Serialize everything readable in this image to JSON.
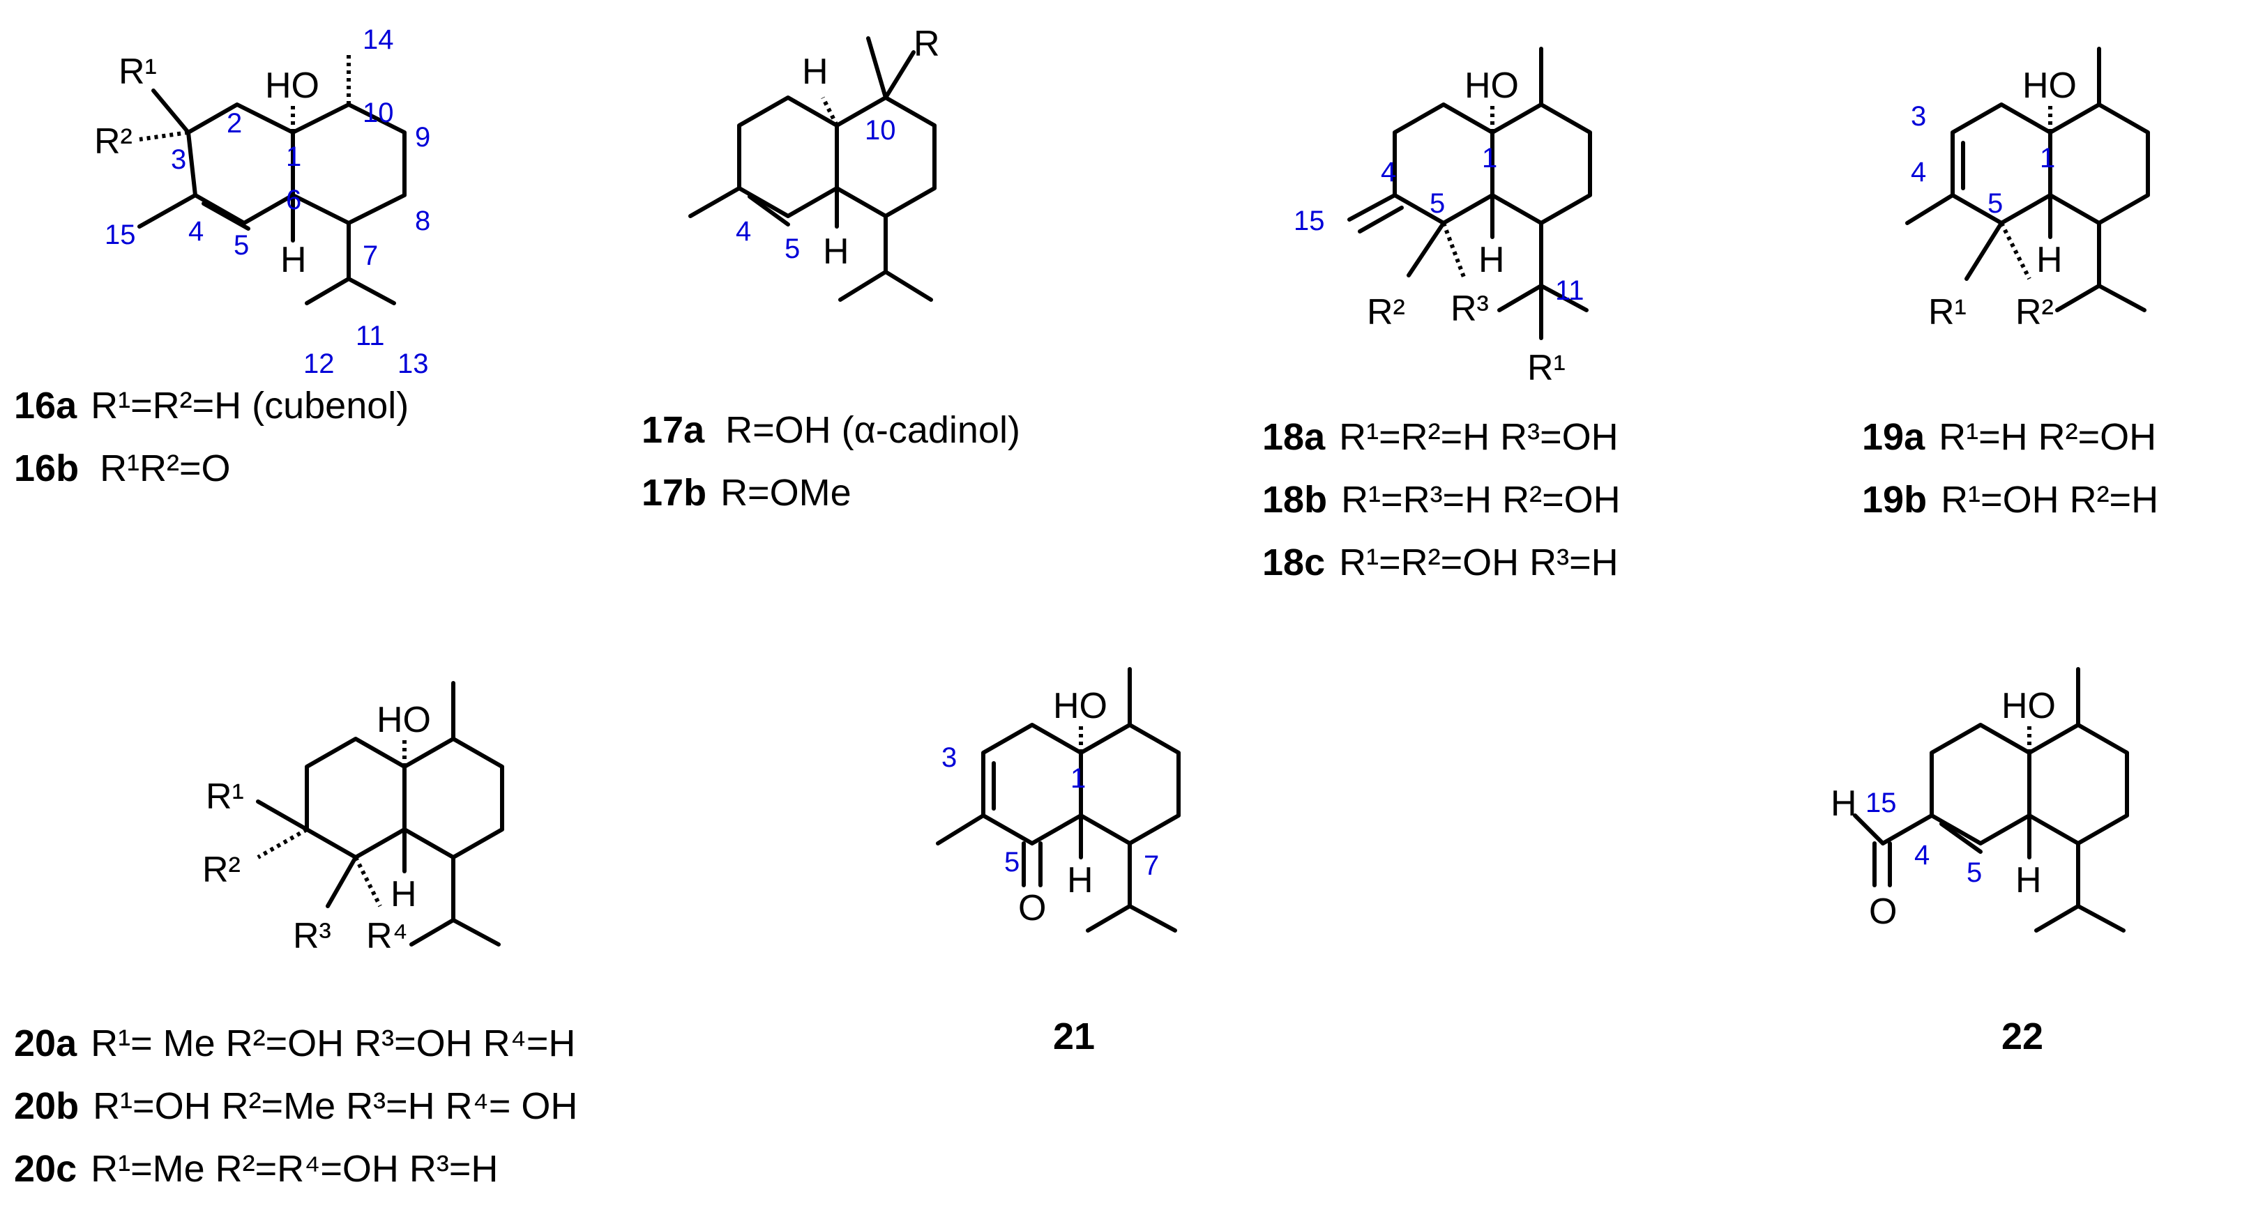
{
  "compounds": [
    {
      "id": "16",
      "captions": [
        {
          "tag": "16a",
          "text": "R¹=R²=H (cubenol)"
        },
        {
          "tag": "16b",
          "text": "R¹R²=O"
        }
      ]
    },
    {
      "id": "17",
      "captions": [
        {
          "tag": "17a",
          "text": "R=OH (α-cadinol)"
        },
        {
          "tag": "17b",
          "text": "R=OMe"
        }
      ]
    },
    {
      "id": "18",
      "captions": [
        {
          "tag": "18a",
          "text": "R¹=R²=H R³=OH"
        },
        {
          "tag": "18b",
          "text": "R¹=R³=H R²=OH"
        },
        {
          "tag": "18c",
          "text": "R¹=R²=OH R³=H"
        }
      ]
    },
    {
      "id": "19",
      "captions": [
        {
          "tag": "19a",
          "text": "R¹=H R²=OH"
        },
        {
          "tag": "19b",
          "text": "R¹=OH R²=H"
        }
      ]
    },
    {
      "id": "20",
      "captions": [
        {
          "tag": "20a",
          "text": "R¹= Me R²=OH R³=OH R⁴=H"
        },
        {
          "tag": "20b",
          "text": "R¹=OH R²=Me R³=H R⁴= OH"
        },
        {
          "tag": "20c",
          "text": "R¹=Me R²=R⁴=OH R³=H"
        }
      ]
    },
    {
      "id": "21",
      "captions": [
        {
          "tag": "21",
          "text": ""
        }
      ]
    },
    {
      "id": "22",
      "captions": [
        {
          "tag": "22",
          "text": ""
        }
      ]
    }
  ],
  "atom_labels": {
    "HO": "HO",
    "H": "H",
    "O": "O",
    "R": "R",
    "R1": "R¹",
    "R2": "R²",
    "R3": "R³",
    "R4": "R⁴"
  },
  "locants": {
    "c16": [
      "14",
      "2",
      "10",
      "1",
      "3",
      "9",
      "6",
      "15",
      "4",
      "8",
      "7",
      "5",
      "11",
      "12",
      "13"
    ],
    "c17": [
      "10",
      "4",
      "5"
    ],
    "c18": [
      "1",
      "4",
      "15",
      "5",
      "11"
    ],
    "c19": [
      "3",
      "1",
      "4",
      "5"
    ],
    "c21": [
      "3",
      "1",
      "5",
      "7"
    ],
    "c22": [
      "15",
      "4",
      "5"
    ]
  },
  "colors": {
    "bond": "#000000",
    "locant": "#0000d8",
    "background": "#ffffff"
  }
}
